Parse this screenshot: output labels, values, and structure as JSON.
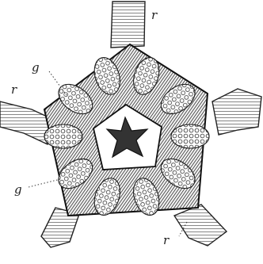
{
  "figure": {
    "ink_color": "#1c1c1c",
    "paper_color": "#ffffff",
    "lobe_count": 10,
    "ray_count": 5
  },
  "labels": {
    "ray_top": "r",
    "ray_left": "r",
    "ray_bottom": "r",
    "gonad_upper": "g",
    "gonad_lower": "g"
  }
}
